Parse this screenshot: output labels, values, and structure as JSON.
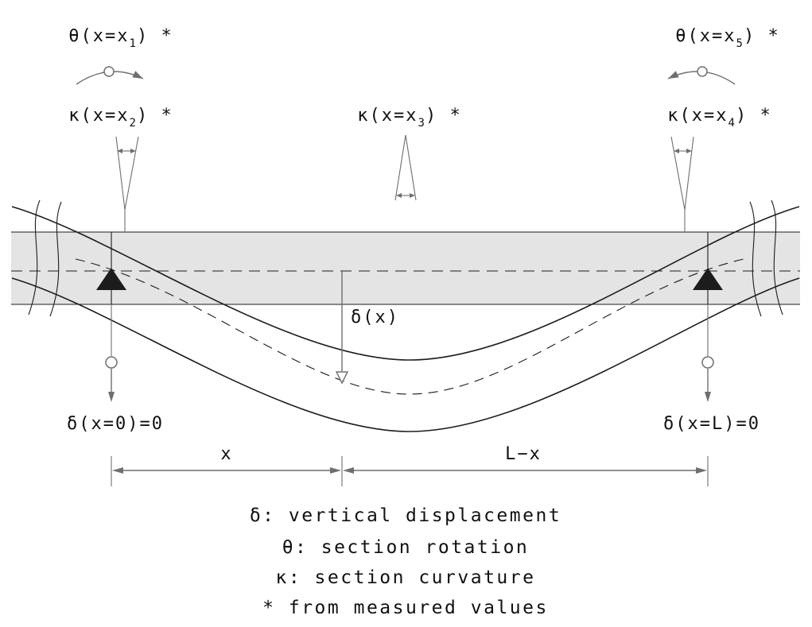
{
  "colors": {
    "ink": "#1c1c1c",
    "muted": "#6f6f6f",
    "beam": "#e4e4e4"
  },
  "labels": {
    "theta_left": {
      "pre": "θ(x=x",
      "sub": "1",
      "post": ") *"
    },
    "theta_right": {
      "pre": "θ(x=x",
      "sub": "5",
      "post": ") *"
    },
    "kappa_left": {
      "pre": "κ(x=x",
      "sub": "2",
      "post": ") *"
    },
    "kappa_center": {
      "pre": "κ(x=x",
      "sub": "3",
      "post": ") *"
    },
    "kappa_right": {
      "pre": "κ(x=x",
      "sub": "4",
      "post": ") *"
    },
    "delta_at_x": "δ(x)",
    "delta_left_support": "δ(x=0)=0",
    "delta_right_support": "δ(x=L)=0"
  },
  "dimensions": {
    "span_left": "x",
    "span_right": "L−x"
  },
  "legend": {
    "delta": "δ: vertical displacement",
    "theta": "θ: section rotation",
    "kappa": "κ: section curvature",
    "asterisk": "* from measured values"
  }
}
